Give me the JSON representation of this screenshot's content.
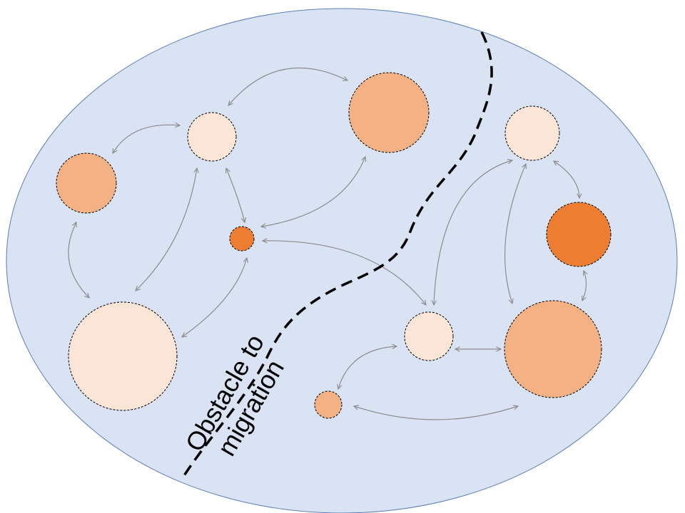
{
  "diagram": {
    "caption_lines": [
      "Obstacle to",
      "migration"
    ],
    "colors": {
      "background": "#dae3f3",
      "region_border": "#5b7fb5",
      "arrow": "#8c8c8c",
      "barrier": "#000000",
      "pale": "#fbe5d6",
      "medium": "#f4b183",
      "dark": "#ed7d31"
    },
    "patches": [
      {
        "id": "patch-a",
        "shade": "medium"
      },
      {
        "id": "patch-b",
        "shade": "pale"
      },
      {
        "id": "patch-c",
        "shade": "medium"
      },
      {
        "id": "patch-d",
        "shade": "dark"
      },
      {
        "id": "patch-e",
        "shade": "pale"
      },
      {
        "id": "patch-f",
        "shade": "pale"
      },
      {
        "id": "patch-g",
        "shade": "dark"
      },
      {
        "id": "patch-h",
        "shade": "pale"
      },
      {
        "id": "patch-i",
        "shade": "medium"
      },
      {
        "id": "patch-j",
        "shade": "medium"
      }
    ]
  }
}
